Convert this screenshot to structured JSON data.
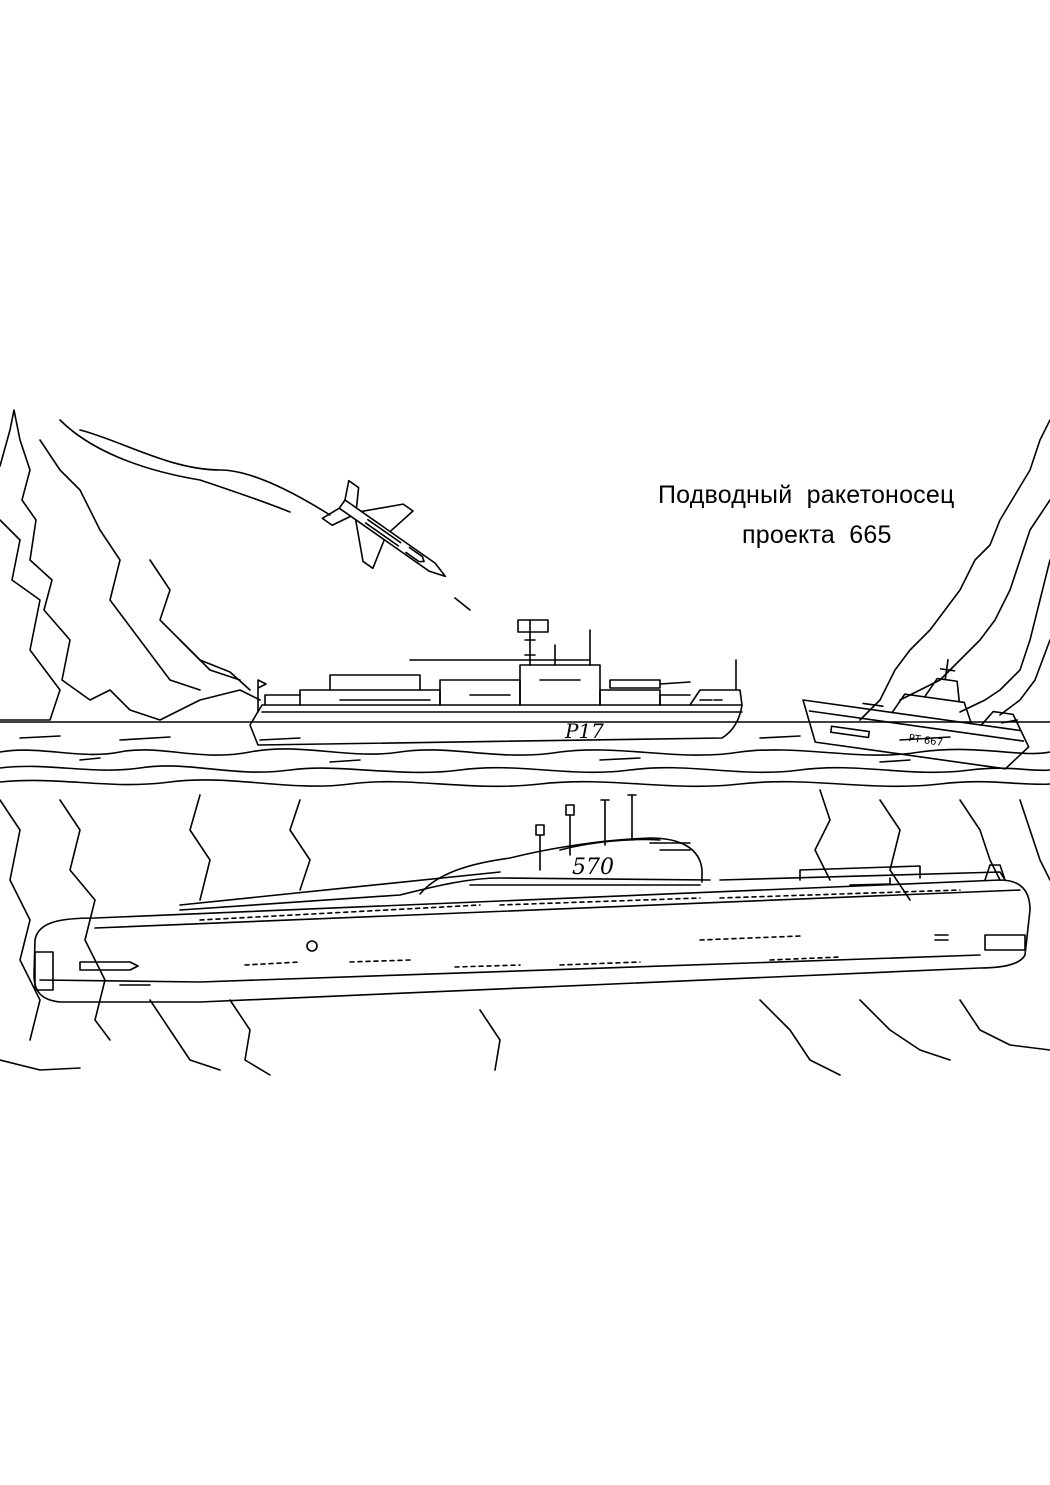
{
  "illustration": {
    "caption": {
      "line1": "Подводный  ракетоносец",
      "line2": "проекта  665"
    },
    "hull_markings": {
      "frigate": "P17",
      "submarine": "570",
      "boat": "PT 667"
    },
    "colors": {
      "line": "#000000",
      "paper": "#ffffff"
    }
  }
}
